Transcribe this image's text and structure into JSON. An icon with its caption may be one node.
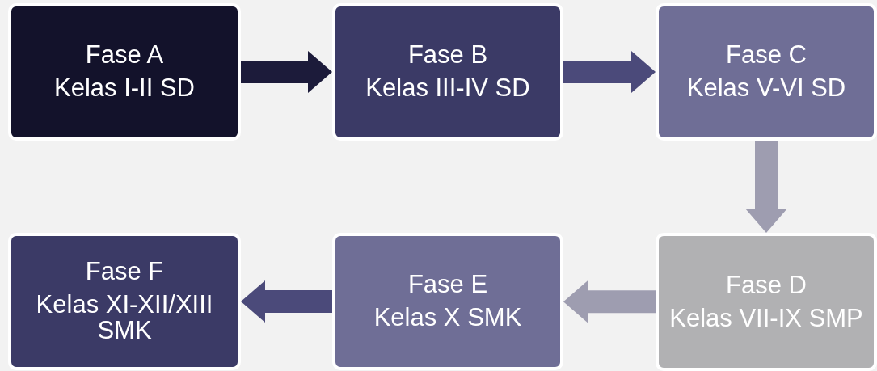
{
  "diagram": {
    "nodes": [
      {
        "text": [
          "Fase A",
          "Kelas I-II SD"
        ]
      },
      {
        "text": [
          "Fase B",
          "Kelas III-IV SD"
        ]
      },
      {
        "text": [
          "Fase C",
          "Kelas V-VI SD"
        ]
      },
      {
        "text": [
          "Fase D",
          "Kelas VII-IX SMP"
        ]
      },
      {
        "text": [
          "Fase E",
          "Kelas X SMK"
        ]
      },
      {
        "text": [
          "Fase F",
          "Kelas XI-XII/XIII SMK"
        ]
      }
    ],
    "edges": [
      {
        "from": 0,
        "to": 1,
        "arrow": "to",
        "color": "#1c1b3a"
      },
      {
        "from": 1,
        "to": 2,
        "arrow": "to",
        "color": "#4b4a7a"
      },
      {
        "from": 2,
        "to": 3,
        "arrow": "to",
        "color": "#9e9db0"
      },
      {
        "from": 3,
        "to": 4,
        "arrow": "to",
        "color": "#9e9db0"
      },
      {
        "from": 4,
        "to": 5,
        "arrow": "to",
        "color": "#4b4a7a"
      }
    ]
  }
}
